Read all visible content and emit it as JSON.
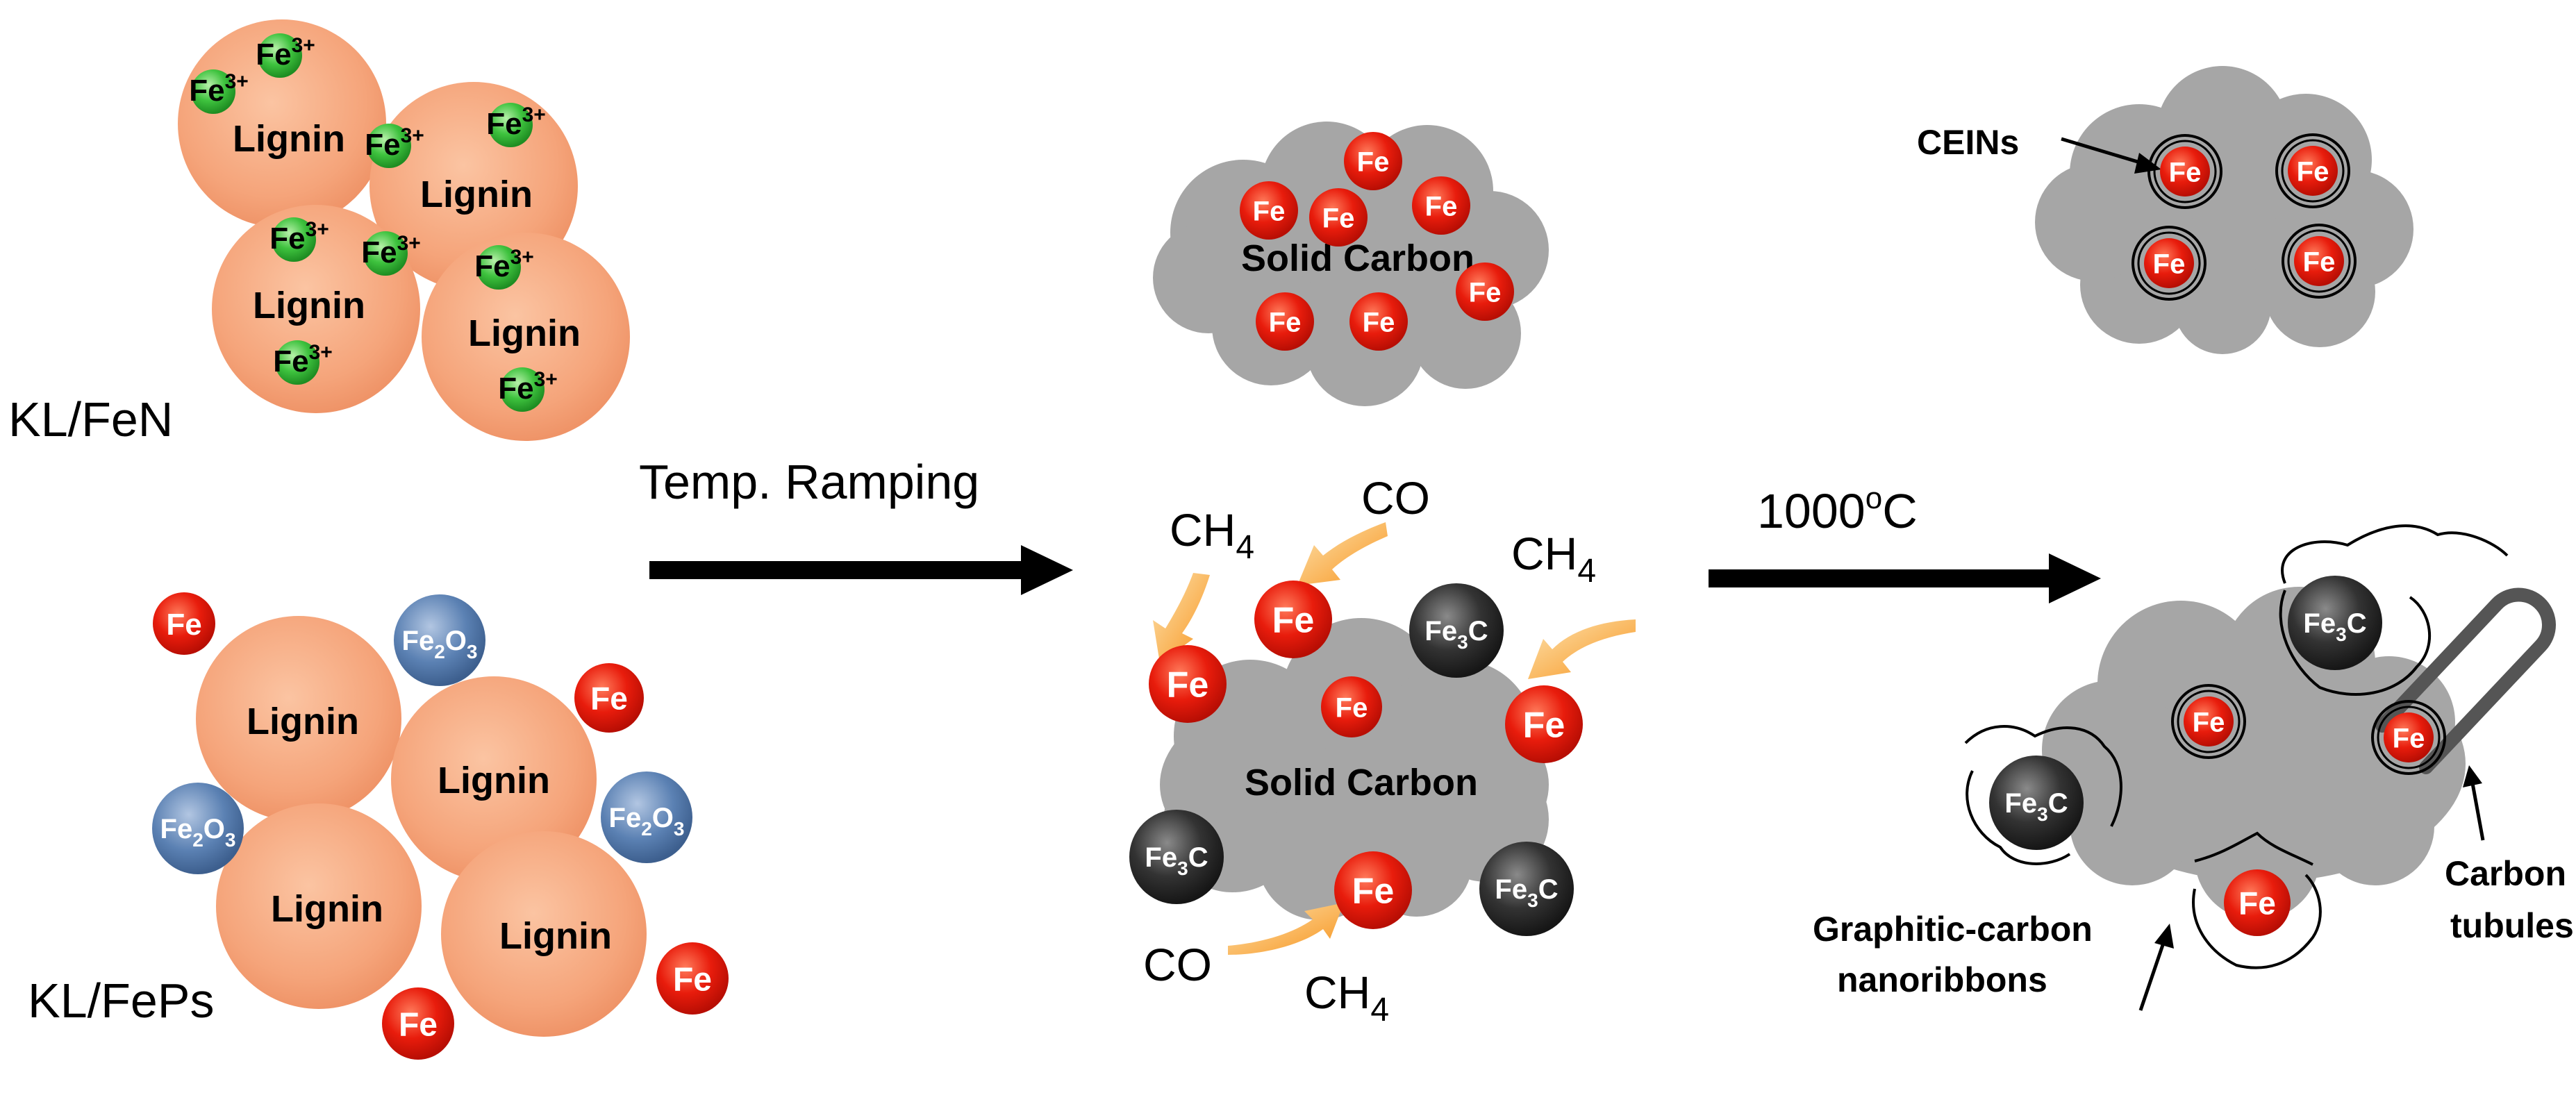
{
  "ions": {
    "fe3": "Fe",
    "fe3_charge": "3+",
    "fe": "Fe",
    "fe2o3_a": "Fe",
    "fe2o3_b": "2",
    "fe2o3_c": "O",
    "fe2o3_d": "3",
    "fe3c_a": "Fe",
    "fe3c_b": "3",
    "fe3c_c": "C"
  },
  "labels": {
    "lignin": "Lignin",
    "kl_fen": "KL/FeN",
    "kl_feps": "KL/FePs",
    "temp_ramping": "Temp.  Ramping",
    "temp_1000_a": "1000",
    "temp_1000_b": "o",
    "temp_1000_c": "C",
    "solid_carbon": "Solid Carbon",
    "ceins": "CEINs",
    "ch4_a": "CH",
    "ch4_b": "4",
    "co": "CO",
    "graphitic_1": "Graphitic-carbon",
    "graphitic_2": "nanoribbons",
    "carbon_1": "Carbon",
    "carbon_2": "tubules"
  },
  "colors": {
    "lignin": "#f5a47a",
    "fe3_green": "#3ec23e",
    "fe_red": "#e81c0c",
    "fe2o3_blue": "#5b81b3",
    "fe3c_dark": "#333333",
    "carbon_gray": "#a6a6a6",
    "arrow_orange": "#f7941d"
  }
}
